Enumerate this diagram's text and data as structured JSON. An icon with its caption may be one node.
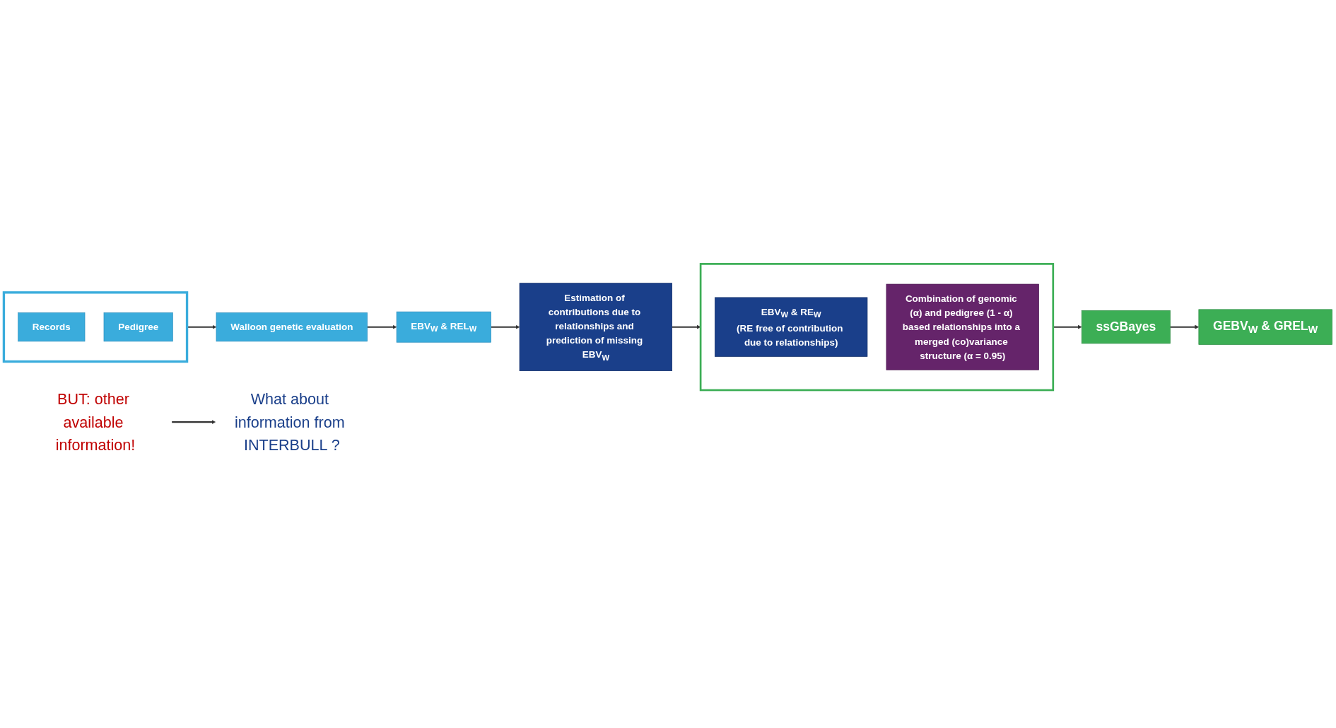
{
  "diagram": {
    "nodes": [
      {
        "text": [],
        "shape": "box"
      },
      {
        "text": [
          "Records"
        ],
        "in": 0
      },
      {
        "text": [
          "Pedigree"
        ],
        "in": 0
      },
      {
        "text": [
          "Walloon genetic evaluation"
        ]
      },
      {
        "text": [
          "EBV$_{W}$ & REL$_{W}$"
        ]
      },
      {
        "text": [
          "Estimation of contributions due to relationships and prediction of missing EBV$_{W}$"
        ]
      },
      {
        "text": [],
        "shape": "box"
      },
      {
        "text": [
          "EBV$_{W}$ & RE$_{W}$",
          "(RE free of contribution due to relationships)"
        ],
        "in": 6
      },
      {
        "text": [
          "Combination of genomic (α) and pedigree (1 - α) based relationships into a merged (co)variance structure (α = 0.95)"
        ],
        "in": 6
      },
      {
        "text": [
          "ssGBayes"
        ]
      },
      {
        "text": [
          "GEBV$_{W}$ & GREL$_{W}$"
        ]
      },
      {
        "text": [
          "BUT: other available information!"
        ]
      },
      {
        "text": [
          "What about information from INTERBULL ?"
        ]
      }
    ],
    "edges": [
      {
        "from": 0,
        "to": 3,
        "arrow": "to"
      },
      {
        "from": 3,
        "to": 4,
        "arrow": "to"
      },
      {
        "from": 4,
        "to": 5,
        "arrow": "to"
      },
      {
        "from": 5,
        "to": 6,
        "arrow": "to"
      },
      {
        "from": 6,
        "to": 9,
        "arrow": "to"
      },
      {
        "from": 9,
        "to": 10,
        "arrow": "to"
      },
      {
        "from": 11,
        "to": 12,
        "arrow": "to"
      }
    ]
  }
}
